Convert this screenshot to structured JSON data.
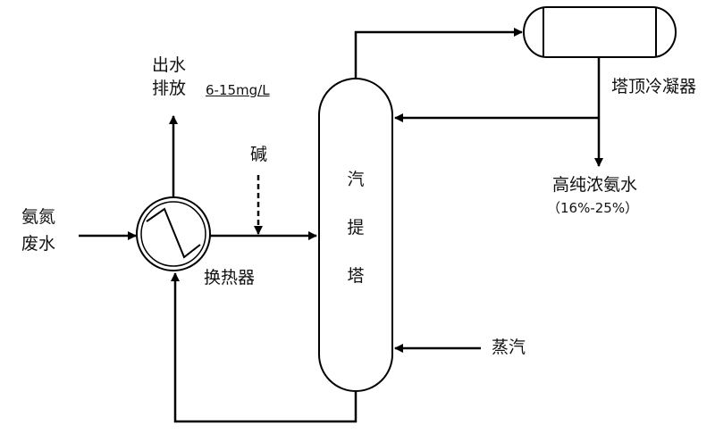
{
  "labels": {
    "feed_line1": "氨氮",
    "feed_line2": "废水",
    "outlet_line1": "出水",
    "outlet_line2": "排放",
    "outlet_concentration": "6-15mg/L",
    "alkali": "碱",
    "heat_exchanger": "换热器",
    "column_char1": "汽",
    "column_char2": "提",
    "column_char3": "塔",
    "steam": "蒸汽",
    "condenser": "塔顶冷凝器",
    "product": "高纯浓氨水",
    "product_range": "（16%-25%）"
  },
  "colors": {
    "line": "#000000",
    "text": "#111111",
    "background": "#ffffff"
  }
}
